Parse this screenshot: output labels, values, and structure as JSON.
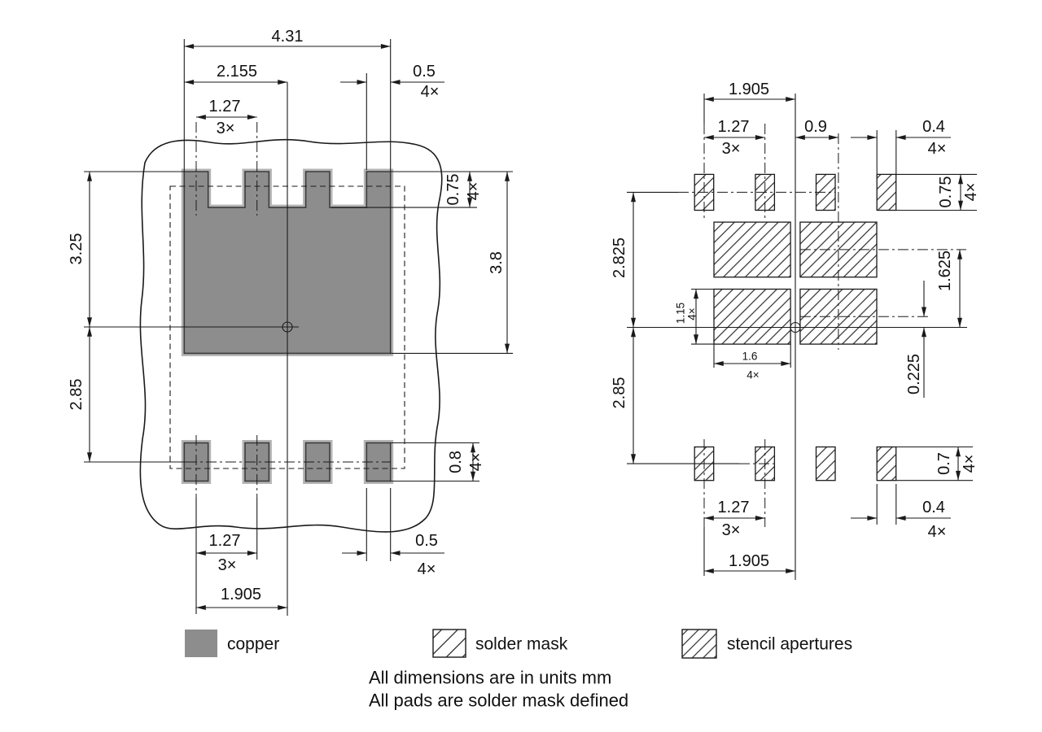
{
  "colors": {
    "copper": "#8d8d8d",
    "copper_halo": "#b4b4b4",
    "line": "#1a1a1a",
    "background": "#ffffff"
  },
  "left_view": {
    "description": "copper and solder mask land pattern",
    "dims": {
      "overall_width": "4.31",
      "center_offset_x": "2.155",
      "top_pad_width": "0.5",
      "top_pad_width_count": "4×",
      "top_pitch": "1.27",
      "top_pitch_count": "3×",
      "top_pad_height": "0.75",
      "top_pad_height_count": "4×",
      "copper_height": "3.8",
      "top_to_center": "3.25",
      "center_to_bottom_pads": "2.85",
      "bottom_pad_height": "0.8",
      "bottom_pad_height_count": "4×",
      "bottom_pitch": "1.27",
      "bottom_pitch_count": "3×",
      "bottom_pad_width": "0.5",
      "bottom_pad_width_count": "4×",
      "bottom_pad_to_center": "1.905"
    }
  },
  "right_view": {
    "description": "stencil apertures",
    "dims": {
      "top_pad_to_center": "1.905",
      "top_pitch": "1.27",
      "top_pitch_count": "3×",
      "big_col_offset": "0.9",
      "top_aperture_width": "0.4",
      "top_aperture_width_count": "4×",
      "top_aperture_height": "0.75",
      "top_aperture_height_count": "4×",
      "center_to_top_pads": "2.825",
      "center_to_bottom_pads": "2.85",
      "big_aperture_height": "1.15",
      "big_aperture_height_count": "4×",
      "big_aperture_width": "1.6",
      "big_aperture_width_count": "4×",
      "big_row1_to_center": "1.625",
      "big_row2_to_center": "0.225",
      "bottom_aperture_height": "0.7",
      "bottom_aperture_height_count": "4×",
      "bottom_pitch": "1.27",
      "bottom_pitch_count": "3×",
      "bottom_aperture_width": "0.4",
      "bottom_aperture_width_count": "4×",
      "bottom_pad_to_center": "1.905"
    }
  },
  "legend": {
    "copper": "copper",
    "solder_mask": "solder mask",
    "stencil_apertures": "stencil apertures"
  },
  "notes": {
    "line1": "All dimensions are in units mm",
    "line2": "All pads are solder mask defined"
  }
}
